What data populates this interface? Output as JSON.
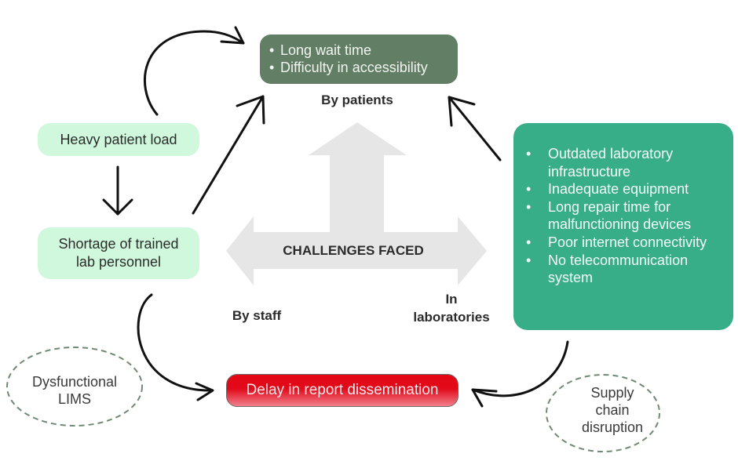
{
  "diagram": {
    "center_label": "CHALLENGES FACED",
    "categories": {
      "patients": {
        "label": "By patients",
        "items": [
          "Long wait time",
          "Difficulty in accessibility"
        ],
        "color": "#627f66"
      },
      "staff": {
        "label": "By staff"
      },
      "laboratories": {
        "label_line1": "In",
        "label_line2": "laboratories",
        "items": [
          "Outdated laboratory infrastructure",
          "Inadequate equipment",
          "Long repair time for malfunctioning devices",
          "Poor internet connectivity",
          "No telecommunication system"
        ],
        "color": "#37ad88"
      }
    },
    "staff_causes": {
      "heavy_load": "Heavy patient load",
      "shortage_line1": "Shortage of trained",
      "shortage_line2": "lab personnel",
      "color": "#cff8dc"
    },
    "outcome": {
      "label": "Delay in report dissemination",
      "color": "#e30613"
    },
    "external_factors": {
      "lims_line1": "Dysfunctional",
      "lims_line2": "LIMS",
      "supply_line1": "Supply",
      "supply_line2": "chain",
      "supply_line3": "disruption"
    }
  }
}
